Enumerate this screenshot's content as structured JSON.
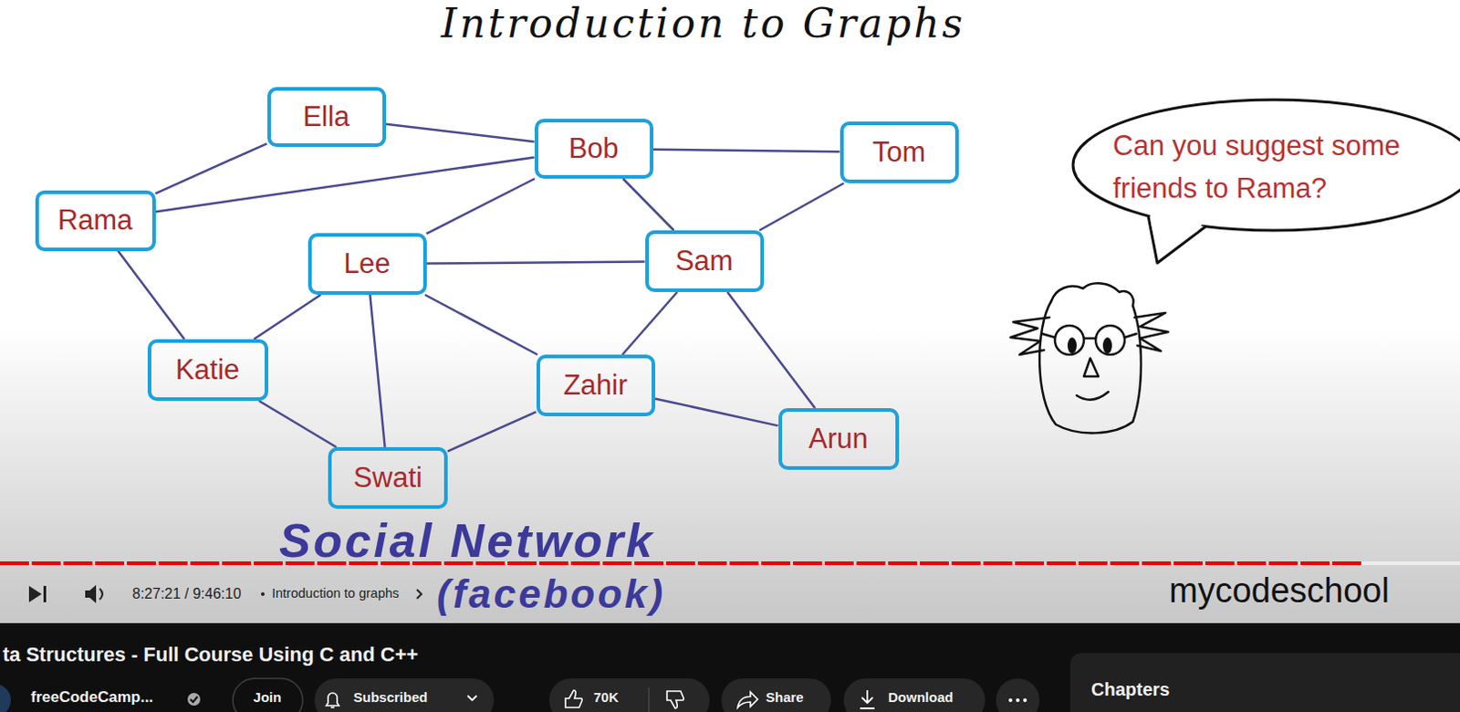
{
  "diagram": {
    "title": "Introduction to Graphs",
    "nodes": [
      {
        "text": [
          "Ella"
        ]
      },
      {
        "text": [
          "Bob"
        ]
      },
      {
        "text": [
          "Tom"
        ]
      },
      {
        "text": [
          "Can you suggest some friends to Rama?"
        ]
      },
      {
        "text": [
          "Rama"
        ]
      },
      {
        "text": [
          "Lee"
        ]
      },
      {
        "text": [
          "Sam"
        ]
      },
      {
        "text": [
          "Katie"
        ]
      },
      {
        "text": [
          "Zahir"
        ]
      },
      {
        "text": [
          "Arun"
        ]
      },
      {
        "text": [
          "Swati"
        ]
      }
    ],
    "edges": [
      {
        "from": 4,
        "to": 0,
        "arrow": "none"
      },
      {
        "from": 0,
        "to": 1,
        "arrow": "none"
      },
      {
        "from": 4,
        "to": 1,
        "arrow": "none"
      },
      {
        "from": 4,
        "to": 7,
        "arrow": "none"
      },
      {
        "from": 1,
        "to": 2,
        "arrow": "none"
      },
      {
        "from": 1,
        "to": 5,
        "arrow": "none"
      },
      {
        "from": 1,
        "to": 6,
        "arrow": "none"
      },
      {
        "from": 2,
        "to": 6,
        "arrow": "none"
      },
      {
        "from": 5,
        "to": 6,
        "arrow": "none"
      },
      {
        "from": 5,
        "to": 7,
        "arrow": "none"
      },
      {
        "from": 5,
        "to": 10,
        "arrow": "none"
      },
      {
        "from": 5,
        "to": 8,
        "arrow": "none"
      },
      {
        "from": 7,
        "to": 10,
        "arrow": "none"
      },
      {
        "from": 10,
        "to": 8,
        "arrow": "none"
      },
      {
        "from": 6,
        "to": 8,
        "arrow": "none"
      },
      {
        "from": 8,
        "to": 9,
        "arrow": "none"
      },
      {
        "from": 6,
        "to": 9,
        "arrow": "none"
      }
    ],
    "labels": [
      "Social Network",
      "(facebook)",
      "mycodeschool",
      "8:27:21 / 9:46:10",
      "Introduction to graphs",
      "ta Structures - Full Course Using C and C++",
      "freeCodeCamp...",
      "Join",
      "Subscribed",
      "70K",
      "Share",
      "Download",
      "Chapters"
    ]
  }
}
